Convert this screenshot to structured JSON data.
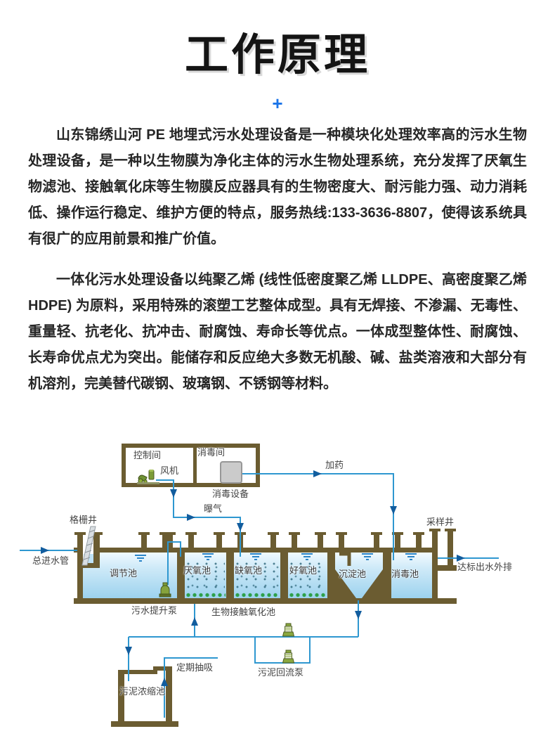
{
  "page": {
    "title": "工作原理",
    "plus": "+",
    "paragraph1": "山东锦绣山河 PE 地埋式污水处理设备是一种模块化处理效率高的污水生物处理设备，是一种以生物膜为净化主体的污水生物处理系统，充分发挥了厌氧生物滤池、接触氧化床等生物膜反应器具有的生物密度大、耐污能力强、动力消耗低、操作运行稳定、维护方便的特点，服务热线:133-3636-8807，使得该系统具有很广的应用前景和推广价值。",
    "paragraph2": "一体化污水处理设备以纯聚乙烯 (线性低密度聚乙烯 LLDPE、高密度聚乙烯 HDPE) 为原料，采用特殊的滚塑工艺整体成型。具有无焊接、不渗漏、无毒性、重量轻、抗老化、抗冲击、耐腐蚀、寿命长等优点。一体成型整体性、耐腐蚀、长寿命优点尤为突出。能储存和反应绝大多数无机酸、碱、盐类溶液和大部分有机溶剂，完美替代碳钢、玻璃钢、不锈钢等材料。",
    "service_hotline": "133-3636-8807"
  },
  "colors": {
    "title_text": "#141414",
    "accent_plus": "#1b74e8",
    "body_text": "#262626",
    "tank_wall": "#6b5c31",
    "pipe_blue": "#2e97d0",
    "arrow_blue": "#125d9e",
    "water_top": "#f3fbff",
    "water_bottom": "#9cd2ee",
    "media_dot": "#346c80",
    "bio_media_green": "#2ca04a",
    "equipment_gray": "#cbcbcb",
    "pump_green": "#8aa73e"
  },
  "diagram": {
    "labels": {
      "control_room": "控制间",
      "fan": "风机",
      "disinfection_room": "消毒间",
      "disinfection_equipment": "消毒设备",
      "dosing": "加药",
      "aeration": "曝气",
      "grid_well": "格栅井",
      "sampling_well": "采样井",
      "main_inlet": "总进水管",
      "regulating_tank": "调节池",
      "anaerobic_tank": "厌氧池",
      "anoxic_tank": "缺氧池",
      "aerobic_tank": "好氧池",
      "sedimentation_tank": "沉淀池",
      "disinfection_tank": "消毒池",
      "outlet": "达标出水外排",
      "sewage_lift_pump": "污水提升泵",
      "bio_contact_tank": "生物接触氧化池",
      "periodic_suction": "定期抽吸",
      "sludge_return_pump": "污泥回流泵",
      "sludge_thickening_tank": "污泥浓缩池"
    }
  }
}
